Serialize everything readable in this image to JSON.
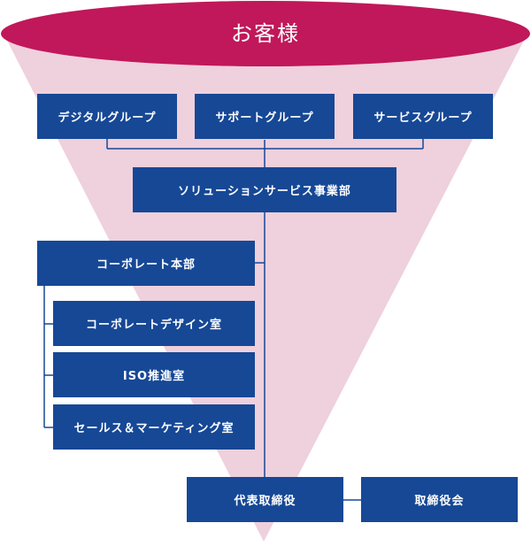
{
  "customer": "お客様",
  "groups": [
    "デジタルグループ",
    "サポートグループ",
    "サービスグループ"
  ],
  "division": "ソリューションサービス事業部",
  "corporate": {
    "head": "コーポレート本部",
    "offices": [
      "コーポレートデザイン室",
      "ISO推進室",
      "セールス＆マーケティング室"
    ]
  },
  "representative": "代表取締役",
  "board": "取締役会",
  "colors": {
    "funnel_top": "#c0185a",
    "funnel_body": "#efd0dd",
    "box_fill": "#164896",
    "connector": "#164896"
  }
}
